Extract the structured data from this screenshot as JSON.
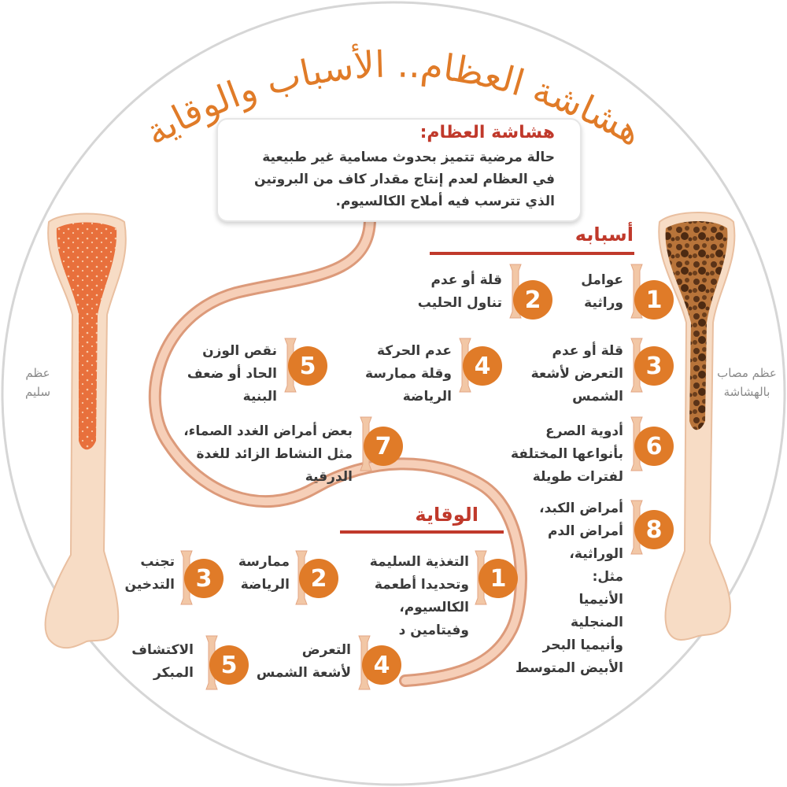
{
  "title": "هشاشة العظام.. الأسباب والوقاية",
  "definition": {
    "heading": "هشاشة العظام:",
    "lines": [
      "حالة مرضية تتميز بحدوث مسامية غير طبيعية",
      "في العظام لعدم إنتاج مقدار كاف من البروتين",
      "الذي تترسب فيه أملاح الكالسيوم."
    ]
  },
  "labels": {
    "healthy_bone": [
      "عظم",
      "سليم"
    ],
    "affected_bone": [
      "عظم مصاب",
      "بالهشاشة"
    ]
  },
  "causes": {
    "heading": "أسبابه",
    "items": [
      {
        "num": "1",
        "lines": [
          "عوامل",
          "وراثية"
        ]
      },
      {
        "num": "2",
        "lines": [
          "قلة أو عدم",
          "تناول الحليب"
        ]
      },
      {
        "num": "3",
        "lines": [
          "قلة أو عدم",
          "التعرض لأشعة",
          "الشمس"
        ]
      },
      {
        "num": "4",
        "lines": [
          "عدم الحركة",
          "وقلة ممارسة",
          "الرياضة"
        ]
      },
      {
        "num": "5",
        "lines": [
          "نقص الوزن",
          "الحاد أو ضعف",
          "البنية"
        ]
      },
      {
        "num": "6",
        "lines": [
          "أدوية الصرع",
          "بأنواعها المختلفة",
          "لفترات طويلة"
        ]
      },
      {
        "num": "7",
        "lines": [
          "بعض أمراض الغدد الصماء،",
          "مثل النشاط الزائد للغدة",
          "الدرقية"
        ]
      },
      {
        "num": "8",
        "lines": [
          "أمراض الكبد،",
          "أمراض الدم",
          "الوراثية،",
          "مثل:",
          "الأنيميا",
          "المنجلية",
          "وأنيميا البحر",
          "الأبيض المتوسط"
        ]
      }
    ]
  },
  "prevention": {
    "heading": "الوقاية",
    "items": [
      {
        "num": "1",
        "lines": [
          "التغذية السليمة",
          "وتحديدا أطعمة",
          "الكالسيوم،",
          "وفيتامين د"
        ]
      },
      {
        "num": "2",
        "lines": [
          "ممارسة",
          "الرياضة"
        ]
      },
      {
        "num": "3",
        "lines": [
          "تجنب",
          "التدخين"
        ]
      },
      {
        "num": "4",
        "lines": [
          "التعرض",
          "لأشعة الشمس"
        ]
      },
      {
        "num": "5",
        "lines": [
          "الاكتشاف",
          "المبكر"
        ]
      }
    ]
  },
  "colors": {
    "accent": "#e07b28",
    "heading_red": "#c0392b",
    "text": "#3a3a3a",
    "path": "#f0b89a",
    "bone": "#f7dcc5",
    "marrow": "#d9623a"
  },
  "icons": [
    "bone-icon",
    "healthy-bone-illustration",
    "porous-bone-illustration",
    "winding-path"
  ]
}
